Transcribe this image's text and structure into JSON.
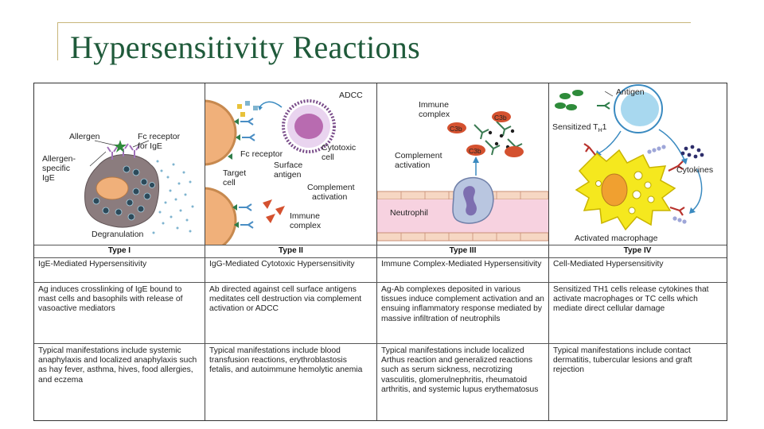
{
  "slide": {
    "title": "Hypersensitivity Reactions"
  },
  "panels": {
    "type1": {
      "label": "Type I",
      "allergen": "Allergen",
      "fc_receptor_1": "Fc receptor",
      "fc_receptor_2": "for IgE",
      "specific_1": "Allergen-",
      "specific_2": "specific",
      "specific_3": "IgE",
      "degranulation": "Degranulation"
    },
    "type2": {
      "label": "Type II",
      "adcc": "ADCC",
      "fc_receptor": "Fc receptor",
      "cytotoxic_1": "Cytotoxic",
      "cytotoxic_2": "cell",
      "surface_1": "Surface",
      "surface_2": "antigen",
      "target_1": "Target",
      "target_2": "cell",
      "complement_1": "Complement",
      "complement_2": "activation",
      "immune_1": "Immune",
      "immune_2": "complex"
    },
    "type3": {
      "label": "Type III",
      "immune_1": "Immune",
      "immune_2": "complex",
      "c3b": "C3b",
      "complement_1": "Complement",
      "complement_2": "activation",
      "neutrophil": "Neutrophil"
    },
    "type4": {
      "label": "Type IV",
      "antigen": "Antigen",
      "sensitized": "Sensitized T",
      "sensitized_sub": "H",
      "sensitized_end": "1",
      "cytokines": "Cytokines",
      "macrophage": "Activated macrophage"
    }
  },
  "table": {
    "names": [
      "IgE-Mediated Hypersensitivity",
      "IgG-Mediated Cytotoxic Hypersensitivity",
      "Immune Complex-Mediated Hypersensitivity",
      "Cell-Mediated Hypersensitivity"
    ],
    "mechanisms": [
      "Ag induces crosslinking of IgE bound to mast cells and basophils with release of vasoactive mediators",
      "Ab directed against cell surface antigens meditates cell destruction via complement activation or ADCC",
      "Ag-Ab complexes deposited in various tissues induce complement activation and an ensuing inflammatory response mediated by massive infiltration of neutrophils",
      "Sensitized TH1 cells release cytokines that activate macrophages or TC cells which mediate direct cellular damage"
    ],
    "manifestations": [
      "Typical manifestations include systemic anaphylaxis and localized anaphylaxis such as hay fever, asthma, hives, food allergies, and eczema",
      "Typical manifestations include blood transfusion reactions, erythroblastosis fetalis, and autoimmune hemolytic anemia",
      "Typical manifestations include localized Arthus reaction and generalized reactions such as serum sickness, necrotizing vasculitis, glomerulnephritis, rheumatoid arthritis, and systemic lupus erythematosus",
      "Typical manifestations include contact dermatitis, tubercular lesions and graft rejection"
    ]
  }
}
